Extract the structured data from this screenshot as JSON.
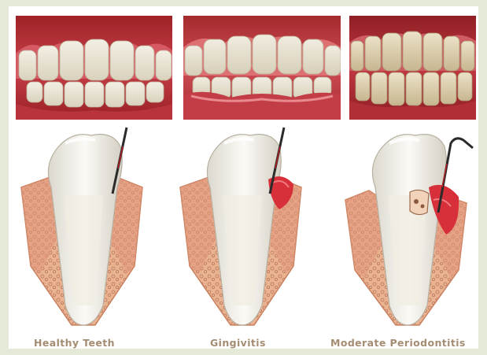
{
  "stages": [
    {
      "key": "healthy",
      "caption": "Healthy Teeth",
      "photo_icon": "healthy-gums-photo",
      "illustration_icon": "healthy-tooth-cross-section-icon"
    },
    {
      "key": "gingivitis",
      "caption": "Gingivitis",
      "photo_icon": "inflamed-gums-photo",
      "illustration_icon": "gingivitis-tooth-cross-section-icon"
    },
    {
      "key": "periodontitis",
      "caption": "Moderate Periodontitis",
      "photo_icon": "receding-gums-photo",
      "illustration_icon": "periodontitis-tooth-cross-section-icon"
    }
  ],
  "colors": {
    "background": "#e4ead7",
    "caption": "#a58d73",
    "gum": "#c2323b",
    "inflamed_gum": "#d8303a",
    "bone": "#e8a888",
    "tooth": "#f4f2ec",
    "probe": "#2b2b2b"
  }
}
